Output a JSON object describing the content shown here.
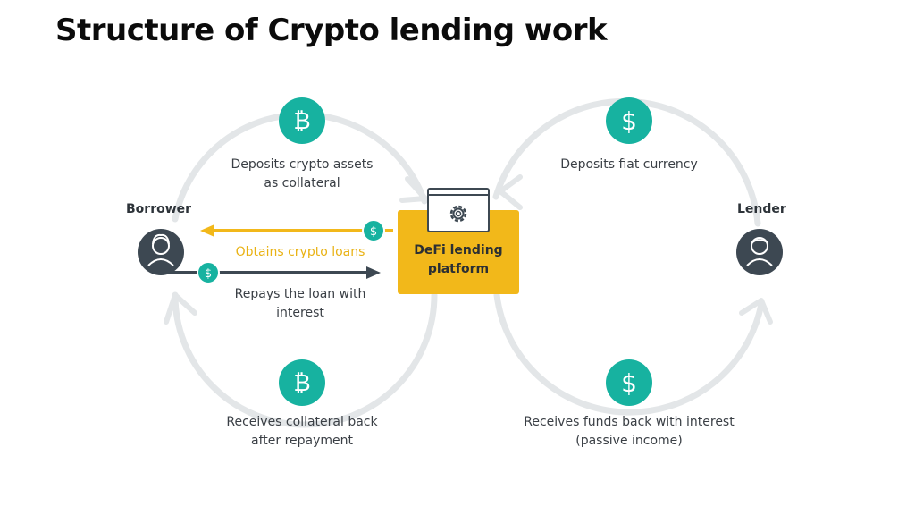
{
  "title": "Structure of Crypto lending work",
  "roles": {
    "borrower": "Borrower",
    "lender": "Lender"
  },
  "platform": {
    "line1": "DeFi lending",
    "line2": "platform"
  },
  "labels": {
    "deposit_crypto_1": "Deposits crypto assets",
    "deposit_crypto_2": "as collateral",
    "deposit_fiat": "Deposits fiat currency",
    "obtain_loans": "Obtains crypto loans",
    "repay_1": "Repays the loan with",
    "repay_2": "interest",
    "collateral_back_1": "Receives collateral back",
    "collateral_back_2": "after repayment",
    "funds_back_1": "Receives funds back with interest",
    "funds_back_2": "(passive income)"
  },
  "icons": {
    "bitcoin": "₿",
    "dollar": "$"
  },
  "colors": {
    "teal": "#17b2a0",
    "yellow": "#f2b81a",
    "dark": "#3d4852",
    "loop": "#e3e6e8"
  }
}
